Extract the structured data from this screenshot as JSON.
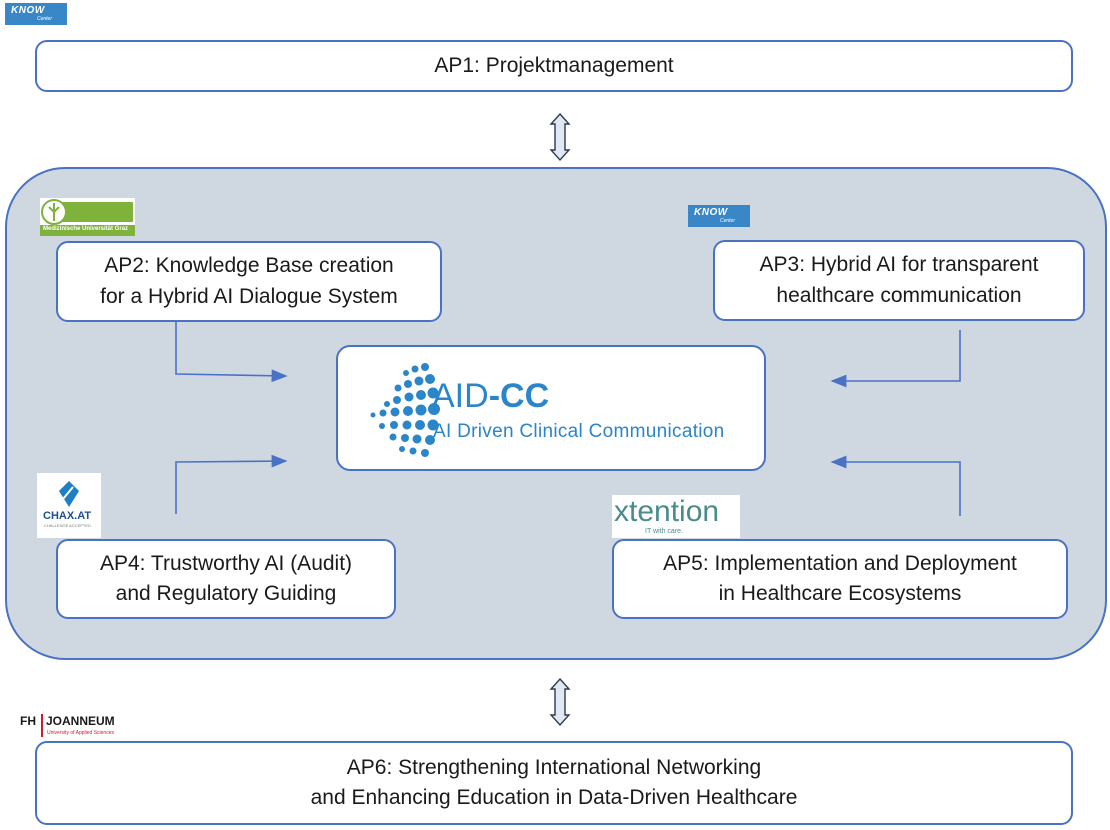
{
  "logos": {
    "know_center": {
      "word": "KNOW",
      "sub": "Center"
    },
    "meduni_graz": {
      "text": "Medizinische Universität Graz"
    },
    "chax": {
      "name": "CHAX.AT",
      "tagline": "CHALLENGE ACCEPTED"
    },
    "xtention": {
      "name": "xtention",
      "tagline": "IT with care."
    },
    "fh_joanneum": {
      "prefix": "FH",
      "name": "JOANNEUM",
      "sub": "University of Applied Sciences"
    }
  },
  "ap1": {
    "line1": "AP1: Projektmanagement"
  },
  "ap2": {
    "line1": "AP2: Knowledge Base creation",
    "line2": "for a Hybrid AI Dialogue System"
  },
  "ap3": {
    "line1": "AP3: Hybrid AI for transparent",
    "line2": "healthcare communication"
  },
  "ap4": {
    "line1": "AP4: Trustworthy AI (Audit)",
    "line2": "and Regulatory Guiding"
  },
  "ap5": {
    "line1": "AP5: Implementation and Deployment",
    "line2": "in Healthcare Ecosystems"
  },
  "ap6": {
    "line1": "AP6: Strengthening International Networking",
    "line2": "and Enhancing Education in Data-Driven Healthcare"
  },
  "center": {
    "title_part1": "AID",
    "title_part2": "-CC",
    "subtitle": "AI Driven Clinical Communication"
  },
  "colors": {
    "border": "#4a72c4",
    "container": "#cfd8e1",
    "arrow": "#4a72c4",
    "know_bg": "#3a87c8",
    "aidcc_blue": "#2b85c9",
    "meduni_green": "#7fb23a",
    "xtention_green": "#4a8b8c",
    "fh_red": "#d0192e"
  }
}
